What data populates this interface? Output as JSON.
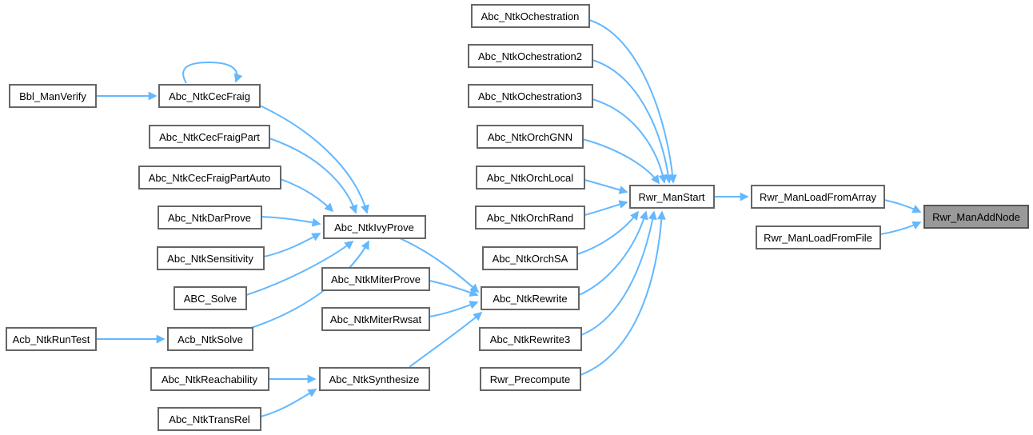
{
  "diagram": {
    "kind": "caller-graph",
    "colors": {
      "edge": "#63b8ff",
      "node_fill": "#ffffff",
      "node_border": "#666666",
      "highlighted_node_fill": "#999999",
      "text": "#000000",
      "background": "#ffffff"
    },
    "nodes": [
      {
        "id": "Bbl_ManVerify",
        "label": "Bbl_ManVerify",
        "highlighted": false
      },
      {
        "id": "Acb_NtkRunTest",
        "label": "Acb_NtkRunTest",
        "highlighted": false
      },
      {
        "id": "Abc_NtkCecFraig",
        "label": "Abc_NtkCecFraig",
        "highlighted": false
      },
      {
        "id": "Abc_NtkCecFraigPart",
        "label": "Abc_NtkCecFraigPart",
        "highlighted": false
      },
      {
        "id": "Abc_NtkCecFraigPartAuto",
        "label": "Abc_NtkCecFraigPartAuto",
        "highlighted": false
      },
      {
        "id": "Abc_NtkDarProve",
        "label": "Abc_NtkDarProve",
        "highlighted": false
      },
      {
        "id": "Abc_NtkSensitivity",
        "label": "Abc_NtkSensitivity",
        "highlighted": false
      },
      {
        "id": "ABC_Solve",
        "label": "ABC_Solve",
        "highlighted": false
      },
      {
        "id": "Acb_NtkSolve",
        "label": "Acb_NtkSolve",
        "highlighted": false
      },
      {
        "id": "Abc_NtkReachability",
        "label": "Abc_NtkReachability",
        "highlighted": false
      },
      {
        "id": "Abc_NtkTransRel",
        "label": "Abc_NtkTransRel",
        "highlighted": false
      },
      {
        "id": "Abc_NtkIvyProve",
        "label": "Abc_NtkIvyProve",
        "highlighted": false
      },
      {
        "id": "Abc_NtkMiterProve",
        "label": "Abc_NtkMiterProve",
        "highlighted": false
      },
      {
        "id": "Abc_NtkMiterRwsat",
        "label": "Abc_NtkMiterRwsat",
        "highlighted": false
      },
      {
        "id": "Abc_NtkSynthesize",
        "label": "Abc_NtkSynthesize",
        "highlighted": false
      },
      {
        "id": "Abc_NtkOchestration",
        "label": "Abc_NtkOchestration",
        "highlighted": false
      },
      {
        "id": "Abc_NtkOchestration2",
        "label": "Abc_NtkOchestration2",
        "highlighted": false
      },
      {
        "id": "Abc_NtkOchestration3",
        "label": "Abc_NtkOchestration3",
        "highlighted": false
      },
      {
        "id": "Abc_NtkOrchGNN",
        "label": "Abc_NtkOrchGNN",
        "highlighted": false
      },
      {
        "id": "Abc_NtkOrchLocal",
        "label": "Abc_NtkOrchLocal",
        "highlighted": false
      },
      {
        "id": "Abc_NtkOrchRand",
        "label": "Abc_NtkOrchRand",
        "highlighted": false
      },
      {
        "id": "Abc_NtkOrchSA",
        "label": "Abc_NtkOrchSA",
        "highlighted": false
      },
      {
        "id": "Abc_NtkRewrite",
        "label": "Abc_NtkRewrite",
        "highlighted": false
      },
      {
        "id": "Abc_NtkRewrite3",
        "label": "Abc_NtkRewrite3",
        "highlighted": false
      },
      {
        "id": "Rwr_Precompute",
        "label": "Rwr_Precompute",
        "highlighted": false
      },
      {
        "id": "Rwr_ManStart",
        "label": "Rwr_ManStart",
        "highlighted": false
      },
      {
        "id": "Rwr_ManLoadFromArray",
        "label": "Rwr_ManLoadFromArray",
        "highlighted": false
      },
      {
        "id": "Rwr_ManLoadFromFile",
        "label": "Rwr_ManLoadFromFile",
        "highlighted": false
      },
      {
        "id": "Rwr_ManAddNode",
        "label": "Rwr_ManAddNode",
        "highlighted": true
      }
    ],
    "edges": [
      {
        "from": "Bbl_ManVerify",
        "to": "Abc_NtkCecFraig"
      },
      {
        "from": "Abc_NtkCecFraig",
        "to": "Abc_NtkCecFraig"
      },
      {
        "from": "Abc_NtkCecFraig",
        "to": "Abc_NtkIvyProve"
      },
      {
        "from": "Abc_NtkCecFraigPart",
        "to": "Abc_NtkIvyProve"
      },
      {
        "from": "Abc_NtkCecFraigPartAuto",
        "to": "Abc_NtkIvyProve"
      },
      {
        "from": "Abc_NtkDarProve",
        "to": "Abc_NtkIvyProve"
      },
      {
        "from": "Abc_NtkSensitivity",
        "to": "Abc_NtkIvyProve"
      },
      {
        "from": "ABC_Solve",
        "to": "Abc_NtkIvyProve"
      },
      {
        "from": "Acb_NtkSolve",
        "to": "Abc_NtkIvyProve"
      },
      {
        "from": "Acb_NtkRunTest",
        "to": "Acb_NtkSolve"
      },
      {
        "from": "Abc_NtkIvyProve",
        "to": "Abc_NtkRewrite"
      },
      {
        "from": "Abc_NtkMiterProve",
        "to": "Abc_NtkRewrite"
      },
      {
        "from": "Abc_NtkMiterRwsat",
        "to": "Abc_NtkRewrite"
      },
      {
        "from": "Abc_NtkSynthesize",
        "to": "Abc_NtkRewrite"
      },
      {
        "from": "Abc_NtkReachability",
        "to": "Abc_NtkSynthesize"
      },
      {
        "from": "Abc_NtkTransRel",
        "to": "Abc_NtkSynthesize"
      },
      {
        "from": "Abc_NtkOchestration",
        "to": "Rwr_ManStart"
      },
      {
        "from": "Abc_NtkOchestration2",
        "to": "Rwr_ManStart"
      },
      {
        "from": "Abc_NtkOchestration3",
        "to": "Rwr_ManStart"
      },
      {
        "from": "Abc_NtkOrchGNN",
        "to": "Rwr_ManStart"
      },
      {
        "from": "Abc_NtkOrchLocal",
        "to": "Rwr_ManStart"
      },
      {
        "from": "Abc_NtkOrchRand",
        "to": "Rwr_ManStart"
      },
      {
        "from": "Abc_NtkOrchSA",
        "to": "Rwr_ManStart"
      },
      {
        "from": "Abc_NtkRewrite",
        "to": "Rwr_ManStart"
      },
      {
        "from": "Abc_NtkRewrite3",
        "to": "Rwr_ManStart"
      },
      {
        "from": "Rwr_Precompute",
        "to": "Rwr_ManStart"
      },
      {
        "from": "Rwr_ManStart",
        "to": "Rwr_ManLoadFromArray"
      },
      {
        "from": "Rwr_ManLoadFromArray",
        "to": "Rwr_ManAddNode"
      },
      {
        "from": "Rwr_ManLoadFromFile",
        "to": "Rwr_ManAddNode"
      }
    ]
  }
}
